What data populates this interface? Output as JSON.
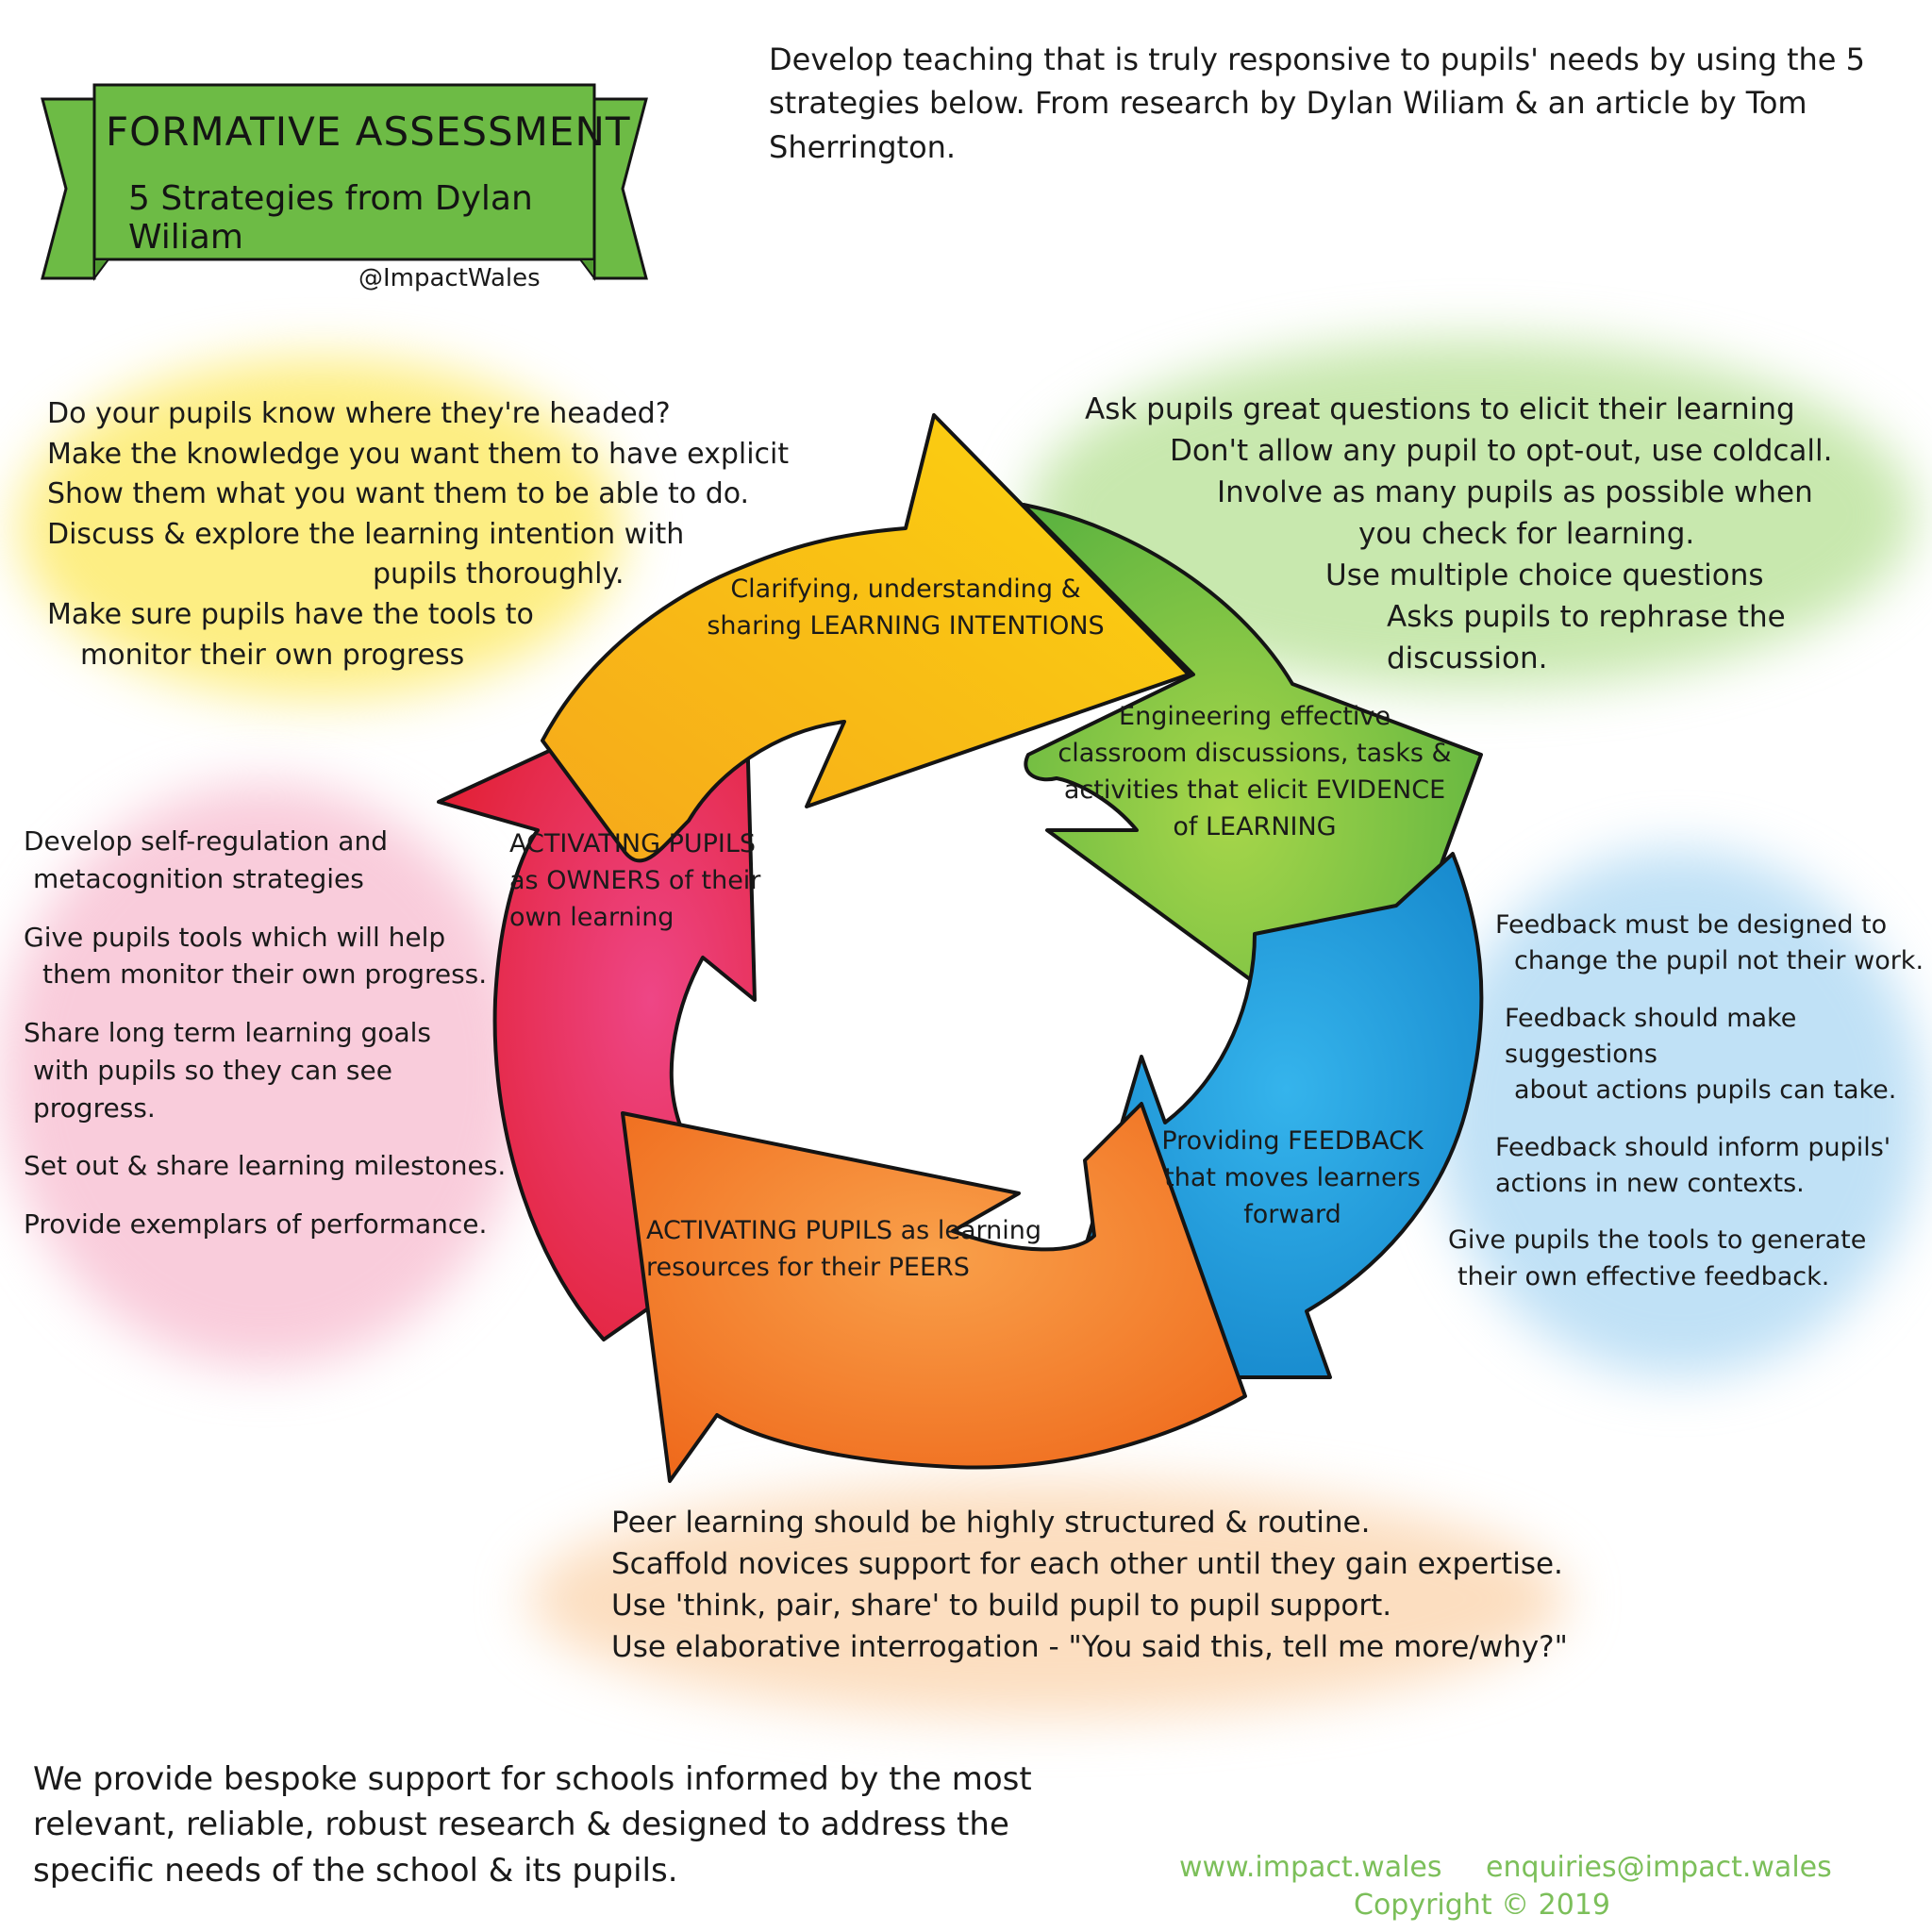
{
  "banner": {
    "title": "FORMATIVE ASSESSMENT",
    "subtitle": "5 Strategies from Dylan Wiliam",
    "handle": "@ImpactWales"
  },
  "intro": {
    "lines": [
      "Develop teaching that is truly responsive to pupils' needs by using the 5",
      "strategies below. From research by Dylan Wiliam & an article by Tom",
      "Sherrington."
    ]
  },
  "cycle": {
    "clarifying": "Clarifying, understanding & sharing LEARNING INTENTIONS",
    "engineering": "Engineering effective classroom discussions, tasks & activities that elicit EVIDENCE of LEARNING",
    "feedback": "Providing FEEDBACK that moves learners forward",
    "peers": "ACTIVATING PUPILS as learning resources for their PEERS",
    "owners": "ACTIVATING PUPILS as OWNERS of their own learning"
  },
  "notes": {
    "yellow": [
      "Do your pupils know where they're headed?",
      "Make the knowledge you want them to have explicit",
      "Show them what you want them to be able to do.",
      "Discuss & explore the learning intention with",
      "pupils thoroughly.",
      "Make sure pupils have the tools to",
      "monitor their own progress"
    ],
    "green": [
      "Ask pupils great questions to elicit their learning",
      "Don't allow any pupil to opt-out, use coldcall.",
      "Involve as many pupils as possible when",
      "you check for learning.",
      "Use multiple choice questions",
      "Asks pupils to rephrase the discussion."
    ],
    "pink": [
      "Develop self-regulation and",
      "metacognition strategies",
      "Give pupils tools which will help",
      "them monitor their own progress.",
      "Share long term learning goals",
      "with pupils so they can see progress.",
      "Set out & share learning milestones.",
      "Provide exemplars of performance."
    ],
    "blue": [
      "Feedback must be designed to",
      "change the pupil not their work.",
      "Feedback should make suggestions",
      "about actions pupils can take.",
      "Feedback should inform pupils'",
      "actions in new contexts.",
      "Give pupils the tools to generate",
      "their own effective feedback."
    ],
    "orange": [
      "Peer learning should be highly structured & routine.",
      "Scaffold novices support for each other until they gain expertise.",
      "Use 'think, pair, share' to build pupil to pupil support.",
      "Use elaborative interrogation - \"You said this, tell me more/why?\""
    ]
  },
  "footer": {
    "lines": [
      "We provide bespoke support for schools informed by the most",
      "relevant, reliable, robust research & designed to address the",
      "specific needs of the school & its pupils."
    ],
    "website": "www.impact.wales",
    "email": "enquiries@impact.wales",
    "copyright": "Copyright © 2019"
  },
  "colors": {
    "banner_green": "#6dbb45",
    "yellow": "#f5c518",
    "green": "#7cc142",
    "blue": "#1e9ad6",
    "orange": "#f47c20",
    "red": "#e8235a",
    "contact_green": "#7cbf5a"
  }
}
